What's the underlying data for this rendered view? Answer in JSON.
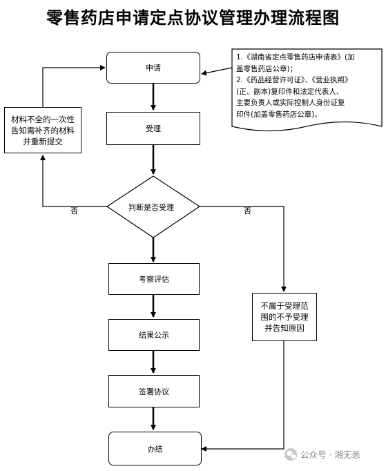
{
  "title": "零售药店申请定点协议管理办理流程图",
  "steps": {
    "apply": "申请",
    "accept": "受理",
    "decide": "判断是否受理",
    "evaluate": "考察评估",
    "publicize": "结果公示",
    "sign": "签署协议",
    "finish": "办结"
  },
  "left_box": [
    "材料不全的一次性",
    "告知需补齐的材料",
    "并重新提交"
  ],
  "right_box": [
    "不属于受理范",
    "围的不予受理",
    "并告知原因"
  ],
  "labels": {
    "no_left": "否",
    "no_right": "否"
  },
  "note_lines": [
    "1.《湖南省定点零售药店申请表》(加",
    "盖零售药店公章)；",
    "2.《药品经营许可证》、《营业执照》",
    "(正、副本)复印件和法定代表人、",
    "主要负责人或实际控制人身份证复",
    "印件(加盖零售药店公章)。"
  ],
  "watermark": "公众号 · 湘无恙"
}
